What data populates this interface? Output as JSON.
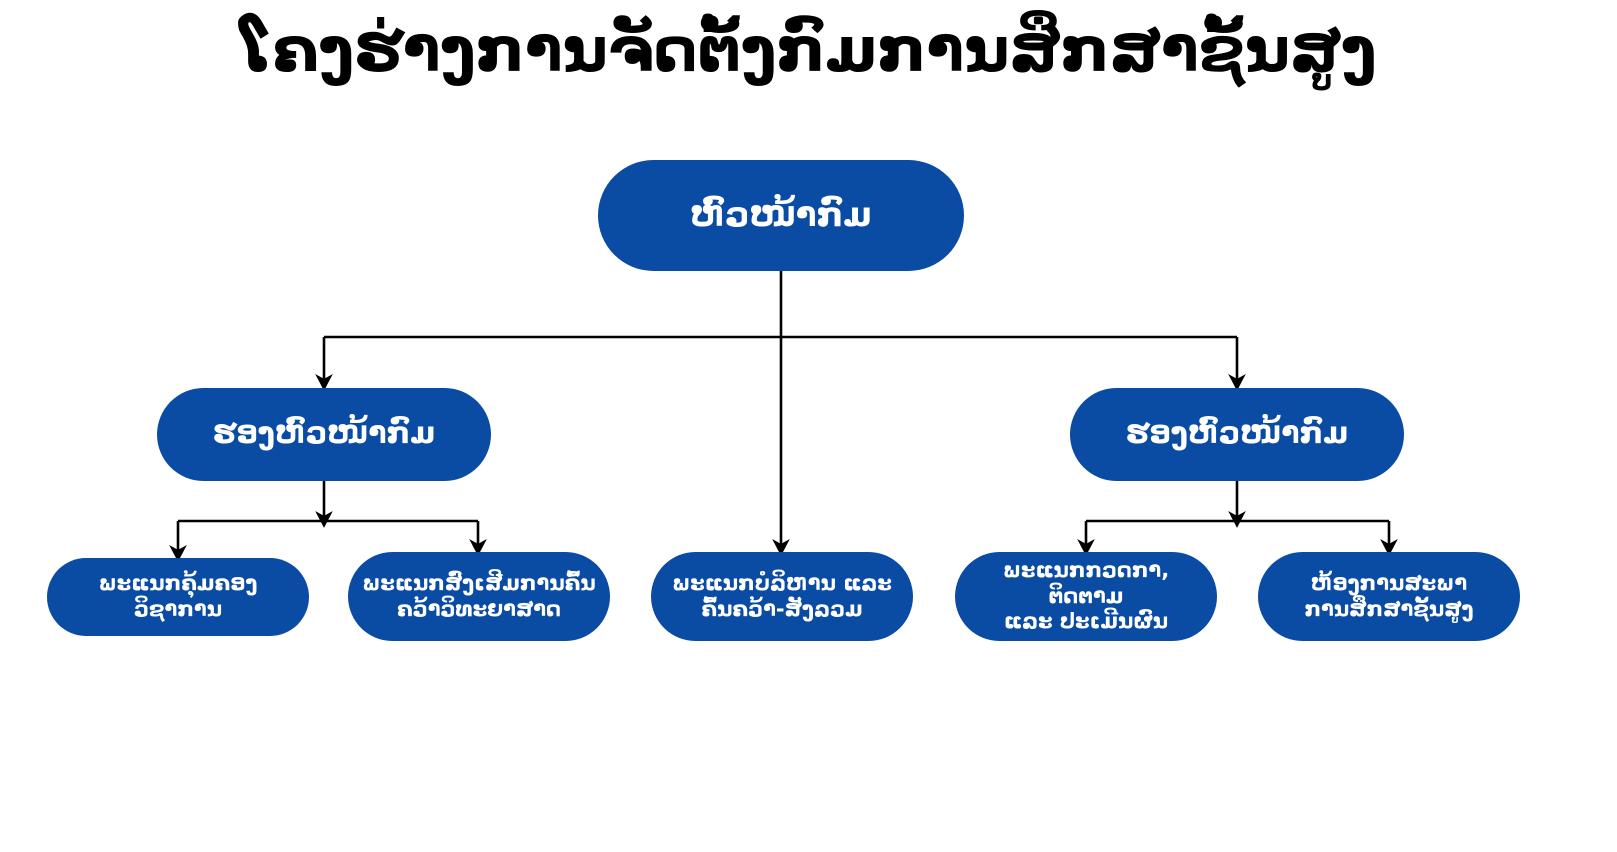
{
  "title": "ໂຄງຮ່າງການຈັດຕັ້ງກົມການສຶກສາຊັ້ນສູງ",
  "colors": {
    "node_fill": "#0A4BA3",
    "node_text": "#FFFFFF",
    "connector": "#000000",
    "background": "#FFFFFF",
    "title_text": "#000000"
  },
  "chart_data": {
    "type": "diagram",
    "diagram_type": "organizational-chart",
    "title": "ໂຄງຮ່າງການຈັດຕັ້ງກົມການສຶກສາຊັ້ນສູງ",
    "orientation": "top-down",
    "levels": 3,
    "nodes": [
      {
        "id": "root",
        "label": "ຫົວໜ້າກົມ",
        "level": 1,
        "parent": null
      },
      {
        "id": "deputy-left",
        "label": "ຮອງຫົວໜ້າກົມ",
        "level": 2,
        "parent": "root"
      },
      {
        "id": "deputy-right",
        "label": "ຮອງຫົວໜ້າກົມ",
        "level": 2,
        "parent": "root"
      },
      {
        "id": "leaf-1",
        "label": "ພະແນກຄຸ້ມຄອງວິຊາການ",
        "level": 3,
        "parent": "deputy-left"
      },
      {
        "id": "leaf-2",
        "label": "ພະແນກສົ່ງເສີມການຄົ້ນ\nຄວ້າວິທະຍາສາດ",
        "level": 3,
        "parent": "deputy-left"
      },
      {
        "id": "leaf-3",
        "label": "ພະແນກບໍລິຫານ ແລະ\nຄົ້ນຄວ້າ-ສັງລວມ",
        "level": 3,
        "parent": "root"
      },
      {
        "id": "leaf-4",
        "label": "ພະແນກກວດກາ, ຕິດຕາມ\nແລະ ປະເມີນຜົນ",
        "level": 3,
        "parent": "deputy-right"
      },
      {
        "id": "leaf-5",
        "label": "ຫ້ອງການສະພາ\nການສຶກສາຊັ້ນສູງ",
        "level": 3,
        "parent": "deputy-right"
      }
    ],
    "edges": [
      {
        "from": "root",
        "to": "deputy-left",
        "style": "orthogonal-arrow"
      },
      {
        "from": "root",
        "to": "deputy-right",
        "style": "orthogonal-arrow"
      },
      {
        "from": "root",
        "to": "leaf-3",
        "style": "straight-arrow"
      },
      {
        "from": "deputy-left",
        "to": "leaf-1",
        "style": "orthogonal-arrow"
      },
      {
        "from": "deputy-left",
        "to": "leaf-2",
        "style": "orthogonal-arrow"
      },
      {
        "from": "deputy-right",
        "to": "leaf-4",
        "style": "orthogonal-arrow"
      },
      {
        "from": "deputy-right",
        "to": "leaf-5",
        "style": "orthogonal-arrow"
      }
    ]
  },
  "nodes": {
    "root": {
      "label": "ຫົວໜ້າກົມ"
    },
    "deputy_left": {
      "label": "ຮອງຫົວໜ້າກົມ"
    },
    "deputy_right": {
      "label": "ຮອງຫົວໜ້າກົມ"
    },
    "leaf_1": {
      "label": "ພະແນກຄຸ້ມຄອງວິຊາການ"
    },
    "leaf_2": {
      "label": "ພະແນກສົ່ງເສີມການຄົ້ນ\nຄວ້າວິທະຍາສາດ"
    },
    "leaf_3": {
      "label": "ພະແນກບໍລິຫານ ແລະ\nຄົ້ນຄວ້າ-ສັງລວມ"
    },
    "leaf_4": {
      "label": "ພະແນກກວດກາ, ຕິດຕາມ\nແລະ ປະເມີນຜົນ"
    },
    "leaf_5": {
      "label": "ຫ້ອງການສະພາ\nການສຶກສາຊັ້ນສູງ"
    }
  }
}
